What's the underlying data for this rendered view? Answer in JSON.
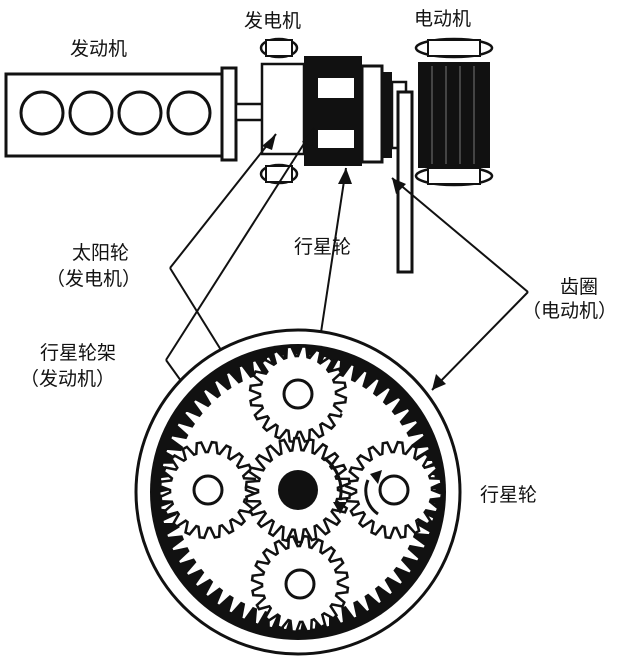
{
  "labels": {
    "engine_top": "发动机",
    "generator_top": "发电机",
    "motor_top": "电动机",
    "sun_gear": "太阳轮",
    "sun_gear_sub": "（发电机）",
    "planet_top": "行星轮",
    "ring_gear": "齿圈",
    "ring_gear_sub": "（电动机）",
    "carrier": "行星轮架",
    "carrier_sub": "（发动机）",
    "planet_right": "行星轮"
  },
  "colors": {
    "ink": "#111111",
    "paper": "#ffffff"
  }
}
